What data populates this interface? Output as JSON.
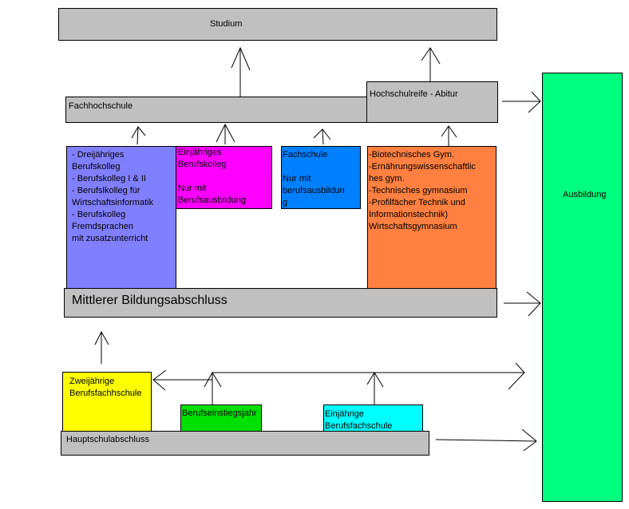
{
  "diagram": {
    "title": "Bildungswege",
    "nodes": {
      "studium": {
        "label": "Studium",
        "color": "#c0c0c0"
      },
      "fachhochschule": {
        "label": "Fachhochschule",
        "color": "#c0c0c0"
      },
      "hochschulreife": {
        "label": "Hochschulreife - Abitur",
        "color": "#c0c0c0"
      },
      "ausbildung": {
        "label": "Ausbildung",
        "color": "#00ff80"
      },
      "berufskolleg_list": {
        "color": "#8080ff",
        "lines": [
          "- Dreijähriges",
          "Berufskolleg",
          "- Berufskolleg I & II",
          "- Berufslkolleg für",
          "Wirtschaftsinformatik",
          "- Berufskolleg",
          "Fremdsprachen",
          "mit zusatzunterricht"
        ]
      },
      "einjaehriges_berufskolleg": {
        "color": "#ff00ff",
        "lines": [
          "Einjähriges",
          "Berufskolleg",
          "",
          "Nur mit",
          "Berufsausbildung"
        ]
      },
      "fachschule": {
        "color": "#0080ff",
        "lines": [
          "Fachschule",
          "",
          "Nur mit",
          "berufsausbildun",
          "g"
        ]
      },
      "gymnasien": {
        "color": "#ff8040",
        "lines": [
          "-Biotechnisches Gym.",
          "-Ernährungswissenschaftlic",
          "hes gym.",
          "-Technisches gymnasium",
          "-Profilfächer Technik und",
          "Informationstechnik)",
          "Wirtschaftsgymnasium"
        ]
      },
      "mittlerer": {
        "label": "Mittlerer Bildungsabschluss",
        "color": "#c0c0c0"
      },
      "zweijaehrige": {
        "lines": [
          "Zweijährige",
          "Berufsfachhschule"
        ],
        "color": "#ffff00"
      },
      "berufseinstiegsjahr": {
        "label": "Berufseinstiegsjahr",
        "color": "#00e000"
      },
      "einjaehrige_bfs": {
        "lines": [
          "Einjährige",
          "Berufsfachschule"
        ],
        "color": "#00ffff"
      },
      "hauptschul": {
        "label": "Hauptschulabschluss",
        "color": "#c0c0c0"
      }
    }
  }
}
